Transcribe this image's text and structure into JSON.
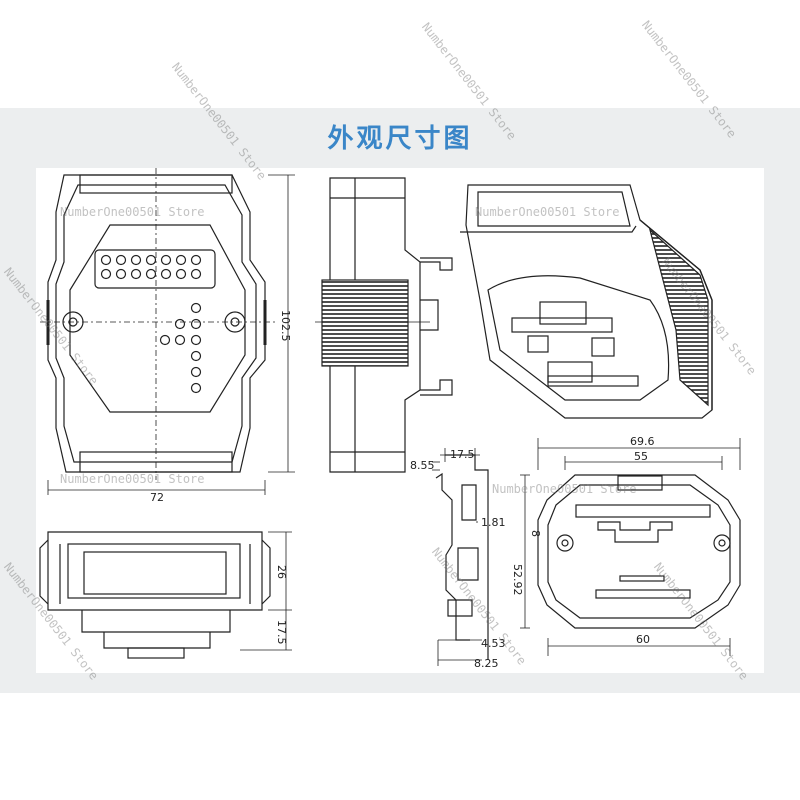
{
  "title": "外观尺寸图",
  "watermark": "NumberOne00501 Store",
  "dimensions": {
    "front_width": "72",
    "front_height": "102.5",
    "bottom_height": "26",
    "bottom_rail": "17.5",
    "side_top": "17.5",
    "side_left": "8.55",
    "side_mid": "1.81",
    "side_b1": "4.53",
    "side_b2": "8.25",
    "rear_overall": "69.6",
    "rear_inner": "55",
    "rear_height": "52.92",
    "rear_small": "8",
    "rear_bottom": "60"
  },
  "colors": {
    "accent": "#3a86c8",
    "line": "#222222",
    "frame": "#eceeef"
  }
}
